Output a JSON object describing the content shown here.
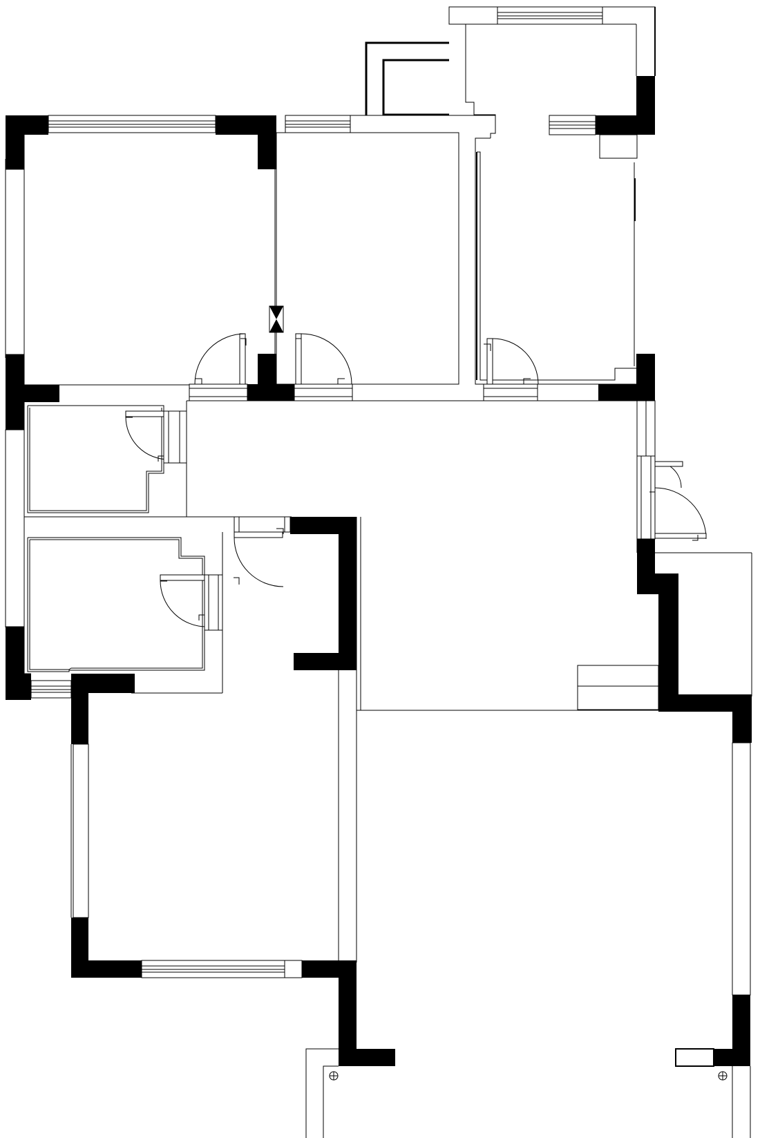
{
  "drawing": {
    "type": "architectural floor plan",
    "background": "#ffffff",
    "line_color": "#000000",
    "wall_fill": "#000000",
    "texts_visible": []
  },
  "rooms": [
    {
      "id": "bedroom-northwest"
    },
    {
      "id": "bedroom-north-middle"
    },
    {
      "id": "kitchen-northeast"
    },
    {
      "id": "bathroom-west-upper"
    },
    {
      "id": "bathroom-west-lower"
    },
    {
      "id": "bedroom-southwest"
    },
    {
      "id": "living-dining-hall"
    },
    {
      "id": "balcony-north"
    },
    {
      "id": "balcony-south"
    },
    {
      "id": "utility-room-east"
    }
  ],
  "doors": [
    {
      "id": "door-bedroom-northwest"
    },
    {
      "id": "door-bedroom-north-middle"
    },
    {
      "id": "door-kitchen"
    },
    {
      "id": "door-bathroom-west-upper"
    },
    {
      "id": "door-bathroom-west-lower"
    },
    {
      "id": "door-corridor"
    },
    {
      "id": "door-entrance-double"
    }
  ],
  "symbols": [
    {
      "id": "valve-symbol"
    },
    {
      "id": "column-marker-left"
    },
    {
      "id": "column-marker-right"
    }
  ]
}
